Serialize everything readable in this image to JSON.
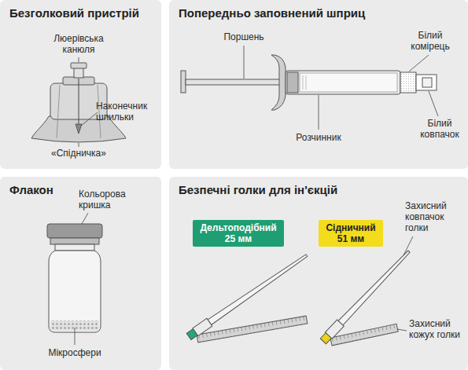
{
  "diagram": {
    "nodes": [
      {
        "text": [
          "Безголковий пристрій"
        ]
      },
      {
        "text": [
          "Попередньо заповнений шприц"
        ]
      },
      {
        "text": [
          "Флакон"
        ]
      },
      {
        "text": [
          "Безпечні голки для ін'єкцій"
        ]
      },
      {
        "text": [
          "Дельтоподібний",
          "25 мм"
        ],
        "in": 3
      },
      {
        "text": [
          "Сідничний",
          "51 мм"
        ],
        "in": 3
      }
    ],
    "labels": [
      "Люерівська канюля",
      "Наконечник шпильки",
      "«Спідничка»",
      "Поршень",
      "Білий комірець",
      "Розчинник",
      "Білий ковпачок",
      "Кольорова кришка",
      "Мікросфери",
      "Захисний ковпачок голки",
      "Захисний кожух голки"
    ]
  }
}
